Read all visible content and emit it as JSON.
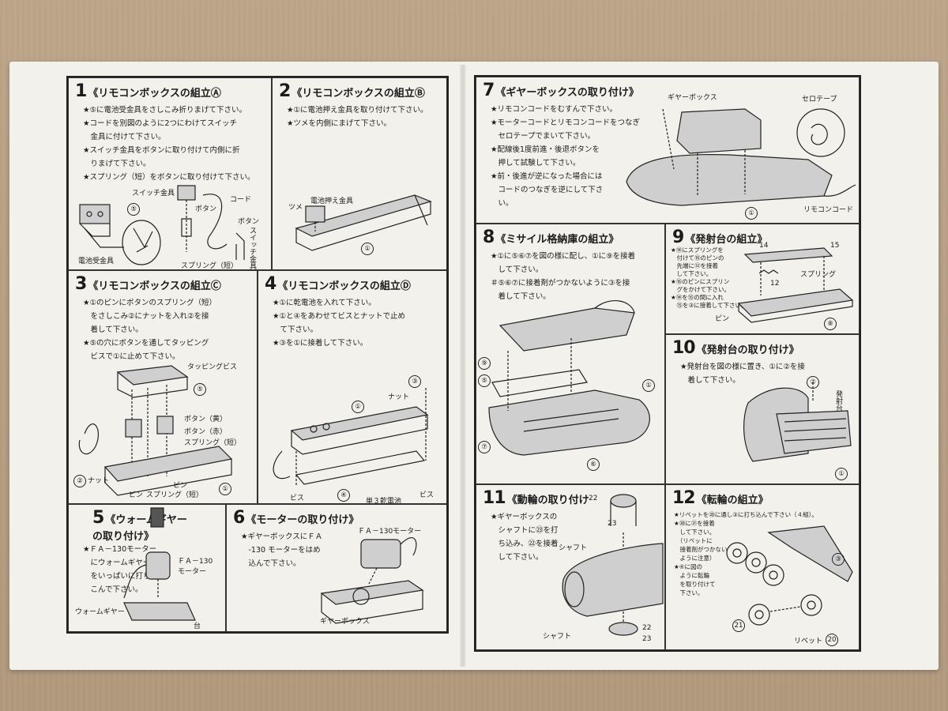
{
  "steps": [
    {
      "num": "1",
      "title": "《リモコンボックスの組立Ⓐ",
      "notes": "★⑤に電池受金具をさしこみ折りまげて下さい。\n★コードを別図のように2つにわけてスイッチ\n　金具に付けて下さい。\n★スイッチ金具をボタンに取り付けて内側に折\n　りまげて下さい。\n★スプリング（短）をボタンに取り付けて下さい。",
      "labels": {
        "a": "スイッチ金具",
        "b": "コード",
        "c": "ボタン",
        "d": "ボタン",
        "e": "スイッチ金具",
        "f": "電池受金具",
        "g": "スプリング（短）",
        "c5": "⑤"
      }
    },
    {
      "num": "2",
      "title": "《リモコンボックスの組立Ⓑ",
      "notes": "★①に電池押え金具を取り付けて下さい。\n★ツメを内側にまげて下さい。",
      "labels": {
        "a": "ツメ",
        "b": "電池押え金具",
        "c1": "①"
      }
    },
    {
      "num": "3",
      "title": "《リモコンボックスの組立Ⓒ",
      "notes": "★①のピンにボタンのスプリング（短）\n　をさしこみ②にナットを入れ②を接\n　着して下さい。\n★⑤の穴にボタンを通してタッピング\n　ビスで①に止めて下さい。",
      "labels": {
        "a": "タッピングビス",
        "b": "ボタン（黄）",
        "c": "ボタン（赤）",
        "d": "スプリング（短）",
        "e": "ナット",
        "f": "ピン",
        "g": "スプリング（短）",
        "h": "ピン",
        "c5": "⑤",
        "c2": "②",
        "c1": "①"
      }
    },
    {
      "num": "4",
      "title": "《リモコンボックスの組立Ⓓ",
      "notes": "★①に乾電池を入れて下さい。\n★①と④をあわせてビスとナットで止め\n　て下さい。\n★③を①に接着して下さい。",
      "labels": {
        "a": "ナット",
        "b": "ビス",
        "c": "単３乾電池",
        "d": "ビス",
        "c3": "③",
        "c1": "①",
        "c4": "④"
      }
    },
    {
      "num": "5",
      "title": "《ウォームギヤー",
      "subtitle": "の取り付け》",
      "notes": "★ＦＡ－130モーター\n　にウォームギヤー\n　をいっぱいに打ち\n　こんで下さい。",
      "labels": {
        "a": "ＦＡ－130\nモーター",
        "b": "ウォームギヤー",
        "c": "台"
      }
    },
    {
      "num": "6",
      "title": "《モーターの取り付け》",
      "notes": "★ギヤーボックスにＦＡ\n　-130 モーターをはめ\n　込んで下さい。",
      "labels": {
        "a": "ＦＡ－130モーター",
        "b": "ギヤーボックス"
      }
    },
    {
      "num": "7",
      "title": "《ギヤーボックスの取り付け》",
      "notes": "★リモコンコードをむすんで下さい。\n★モーターコードとリモコンコードをつなぎ\n　セロテープでまいて下さい。\n★配線後1度前進・後退ボタンを\n　押して試験して下さい。\n★前・後進が逆になった場合には\n　コードのつなぎを逆にして下さ\n　い。",
      "labels": {
        "a": "ギヤーボックス",
        "b": "セロテープ",
        "c": "リモコンコード",
        "c1": "①"
      }
    },
    {
      "num": "8",
      "title": "《ミサイル格納庫の組立》",
      "notes": "★①に⑤⑥⑦を図の様に配し、①に⑨を接着\n　して下さい。\n＃⑤⑥⑦に接着剤がつかないように③を接\n　着して下さい。",
      "labels": {
        "c9": "⑨",
        "c5": "⑤",
        "c7": "⑦",
        "c1": "①",
        "c6": "⑥"
      }
    },
    {
      "num": "9",
      "title": "《発射台の組立》",
      "notes": "★⑭にスプリングを\n　付けて⑯のピンの\n　先端に⑫を接着\n　して下さい。\n★⑯のピンにスプリン\n　グをかけて下さい。\n★⑭を⑮の間に入れ\n　⑮を③に接着して下さい。",
      "labels": {
        "a": "スプリング",
        "b": "ピン",
        "c14": "14",
        "c15": "15",
        "c12": "12",
        "c8": "⑧"
      }
    },
    {
      "num": "10",
      "title": "《発射台の取り付け》",
      "notes": "★発射台を図の様に置き、①に②を接\n　着して下さい。",
      "labels": {
        "a": "発射台",
        "c2": "②",
        "c1": "①"
      }
    },
    {
      "num": "11",
      "title": "《動輪の取り付け",
      "notes": "★ギヤーボックスの\n　シャフトに㉓を打\n　ち込み、㉒を接着\n　して下さい。",
      "labels": {
        "a": "シャフト",
        "b": "シャフト",
        "c22": "22",
        "c23": "23",
        "c22b": "22",
        "c23b": "23"
      }
    },
    {
      "num": "12",
      "title": "《転輪の組立》",
      "notes": "★リベットを⑳に通し③に打ち込んで下さい（４組）。\n★⑳に㉑を接着\n　して下さい。\n　（リベットに\n　接着剤がつかない\n　ように注意）\n★④に図の\n　ように転輪\n　を取り付けて\n　下さい。",
      "labels": {
        "a": "リベット",
        "c3": "③",
        "c21": "21",
        "c20": "20"
      }
    }
  ]
}
